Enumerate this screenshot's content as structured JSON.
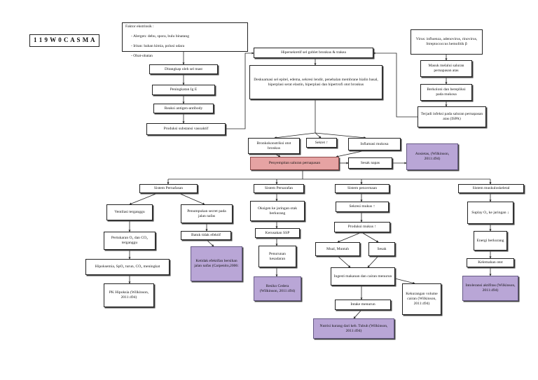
{
  "title": "1 1 9 W 0 C A S M A",
  "factors": {
    "heading": "Faktor ekstrinsik :",
    "items": [
      "Alergen: debu, spora, bulu binatang",
      "Iritan: bahan kimia, polusi udara",
      "Obat-obatan"
    ]
  },
  "left_chain": [
    "Ditangkap oleh sel mast",
    "Peningkatan Ig E",
    "Reaksi antigen-antibody",
    "Produksi substansi vasoaktif"
  ],
  "virus": {
    "source": "Virus: influenza, adenovirus, rinovirus, Streptococcus hemolitik β",
    "chain": [
      "Masuk melalui saluran pernapasan atas",
      "Berkoloni dan berepliksi pada mukosa",
      "Terjadi infeksi pada saluran pernapasan atas (ISPA)"
    ]
  },
  "center": {
    "hypersecretion": "Hipersekretif sel goblet bronkus & trakea",
    "damage": "Deskuamasi sel epitel, edema, sekresi lendir, penebalan membrane hialin basal, hiperplasi serat elastin, hiperplasi dan hipertrofi otot bronkus",
    "bronchoconstriction": "Bronkokonstriksi otot bronkus",
    "secret": "Sekret ↑",
    "inflammation": "Inflamasi mukosa",
    "narrowing": "Penyempitan saluran pernapasan",
    "dyspnea": "Sesak napas",
    "anxiety": "Ansietas, (Wilkinson, 2011:494)"
  },
  "systems": {
    "respiratory": {
      "label": "Sistem Pernafasan",
      "ventilation": "Ventilasi terganggu",
      "gas_exchange": "Pertukaran O₂ dan CO₂ terganggu",
      "hypoxemia": "Hipoksemia, SpO₂ turun, CO₂ meningkat",
      "pk": "PK Hipoksia (Wilkinson, 2011:494)",
      "secretion": "Penumpukan secret pada jalan nafas",
      "cough": "Batuk tidak efektif",
      "airway": "Ketidak efektifan bersihan jalan nafas (Carpenito,2006:"
    },
    "neuro": {
      "label": "Sistem Persarafan",
      "oxygen": "Oksigen ke jaringan otak berkurang",
      "ssp": "Kerusakan SSP",
      "consciousness": "Penurunan kesadaran",
      "risk": "Resiko Cedera (Wilkinson, 2011:494)"
    },
    "digestive": {
      "label": "Sistem pencernaan",
      "secretion": "Sekresi mukus ↑",
      "production": "Produksi mukus ↑",
      "nausea": "Mual, Muntah",
      "dyspnea": "Sesak",
      "intake": "Ingesti makanan dan cairan menurun",
      "intake_low": "Intake menurun",
      "nutrition": "Nutrisi kurang dari keb. Tubuh (Wilkinson, 2011:494)",
      "fluid": "Kekurangan volume cairan (Wilkinson, 2011:494)"
    },
    "musculo": {
      "label": "Sistem muskuloskeletal",
      "supply": "Suplay O₂ ke jaringan ↓",
      "energy": "Energi berkurang",
      "weakness": "Kelemahan otot",
      "intolerance": "Intoleransi aktifitas (Wilkinson, 2011:494)"
    }
  }
}
